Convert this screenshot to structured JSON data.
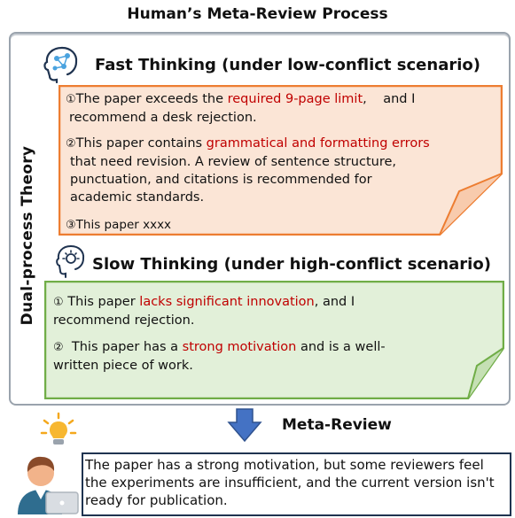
{
  "title": "Human’s Meta-Review Process",
  "side_title": "Dual-process Theory",
  "fast": {
    "heading": "Fast Thinking (under low-conflict scenario)",
    "item1": {
      "num": "①",
      "before": "The paper exceeds the ",
      "highlight": "required 9-page limit",
      "after": ",    and I",
      "line2": "recommend a desk rejection."
    },
    "item2": {
      "num": "②",
      "before": "This paper contains ",
      "highlight": "grammatical and formatting errors",
      "line2": "that need revision. A review of sentence structure,",
      "line3": "punctuation, and citations is recommended for",
      "line4": "academic standards."
    },
    "item3": {
      "num": "③",
      "text": "This paper xxxx"
    }
  },
  "slow": {
    "heading": "Slow Thinking (under high-conflict scenario)",
    "item1": {
      "num": "①",
      "before": " This paper ",
      "highlight": "lacks significant innovation",
      "after": ", and I",
      "line2": "recommend rejection."
    },
    "item2": {
      "num": "②",
      "before": "  This paper has a ",
      "highlight": "strong motivation",
      "after": " and is a well-",
      "line2": "written piece of work."
    }
  },
  "meta": {
    "title": "Meta-Review",
    "text": "The paper has a strong motivation, but some reviewers feel the experiments are insufficient, and the current version isn't ready for publication."
  },
  "colors": {
    "fast_border": "#ed7d31",
    "fast_fill": "#fbe5d6",
    "slow_border": "#70ad47",
    "slow_fill": "#e2f0d9",
    "highlight": "#c00000",
    "arrow": "#4472c4",
    "meta_border": "#1f3350"
  },
  "icons": [
    "brain-network-icon",
    "brain-lightbulb-icon",
    "lightbulb-icon",
    "person-laptop-icon",
    "arrow-down-icon"
  ]
}
